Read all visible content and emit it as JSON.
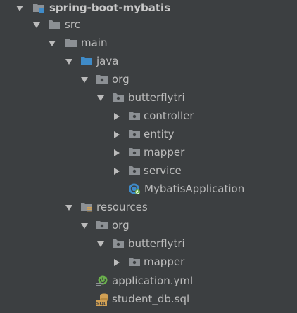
{
  "tree": {
    "root": {
      "label": "spring-boot-mybatis",
      "icon": "module-folder-icon",
      "expanded": true
    },
    "src": {
      "label": "src",
      "icon": "folder-icon",
      "expanded": true
    },
    "main": {
      "label": "main",
      "icon": "folder-icon",
      "expanded": true
    },
    "java": {
      "label": "java",
      "icon": "source-root-folder-icon",
      "expanded": true
    },
    "org": {
      "label": "org",
      "icon": "package-icon",
      "expanded": true
    },
    "butterflytri": {
      "label": "butterflytri",
      "icon": "package-icon",
      "expanded": true
    },
    "controller": {
      "label": "controller",
      "icon": "package-icon",
      "expanded": false
    },
    "entity": {
      "label": "entity",
      "icon": "package-icon",
      "expanded": false
    },
    "mapper": {
      "label": "mapper",
      "icon": "package-icon",
      "expanded": false
    },
    "service": {
      "label": "service",
      "icon": "package-icon",
      "expanded": false
    },
    "mybatis_app": {
      "label": "MybatisApplication",
      "icon": "spring-boot-class-icon"
    },
    "resources": {
      "label": "resources",
      "icon": "resources-root-folder-icon",
      "expanded": true
    },
    "res_org": {
      "label": "org",
      "icon": "package-icon",
      "expanded": true
    },
    "res_butterflytri": {
      "label": "butterflytri",
      "icon": "package-icon",
      "expanded": true
    },
    "res_mapper": {
      "label": "mapper",
      "icon": "package-icon",
      "expanded": false
    },
    "application_yml": {
      "label": "application.yml",
      "icon": "spring-config-file-icon"
    },
    "student_db_sql": {
      "label": "student_db.sql",
      "icon": "sql-file-icon"
    }
  },
  "colors": {
    "background": "#3c3f41",
    "text": "#bbbbbb",
    "folder": "#8c9094",
    "source_root": "#3f8bc8",
    "package_dot": "#3c3f41",
    "spring_green": "#6ab04c",
    "sql_orange": "#d1a054"
  }
}
